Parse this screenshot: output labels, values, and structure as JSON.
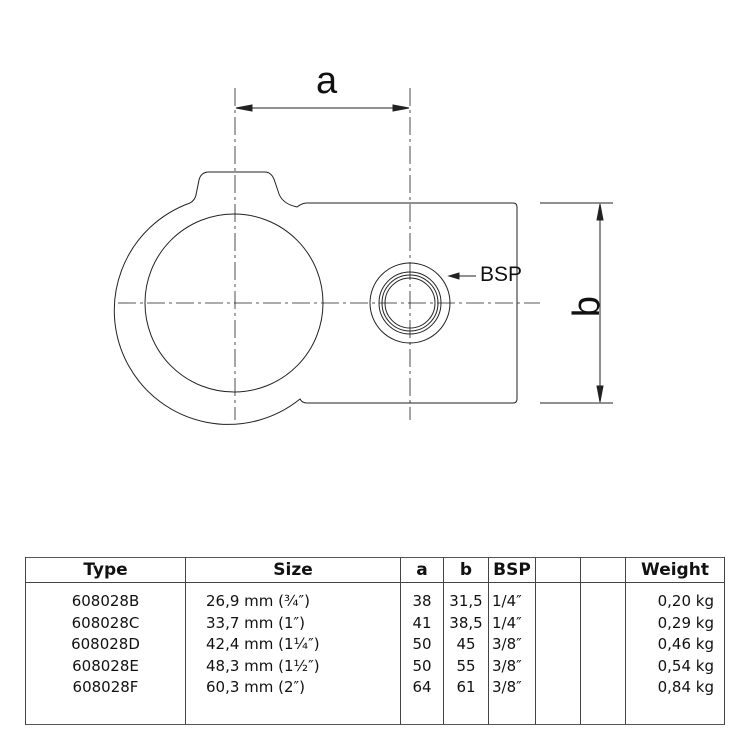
{
  "drawing": {
    "dim_a_label": "a",
    "dim_b_label": "b",
    "bsp_label": "BSP"
  },
  "table": {
    "headers": [
      "Type",
      "Size",
      "a",
      "b",
      "BSP",
      "",
      "",
      "Weight"
    ],
    "rows": [
      {
        "type": "608028B",
        "size": "26,9 mm (¾″)",
        "a": "38",
        "b": "31,5",
        "bsp": "1/4″",
        "weight": "0,20 kg"
      },
      {
        "type": "608028C",
        "size": "33,7 mm (1″)",
        "a": "41",
        "b": "38,5",
        "bsp": "1/4″",
        "weight": "0,29 kg"
      },
      {
        "type": "608028D",
        "size": "42,4 mm (1¼″)",
        "a": "50",
        "b": "45",
        "bsp": "3/8″",
        "weight": "0,46 kg"
      },
      {
        "type": "608028E",
        "size": "48,3 mm (1½″)",
        "a": "50",
        "b": "55",
        "bsp": "3/8″",
        "weight": "0,54 kg"
      },
      {
        "type": "608028F",
        "size": "60,3 mm (2″)",
        "a": "64",
        "b": "61",
        "bsp": "3/8″",
        "weight": "0,84 kg"
      }
    ]
  }
}
